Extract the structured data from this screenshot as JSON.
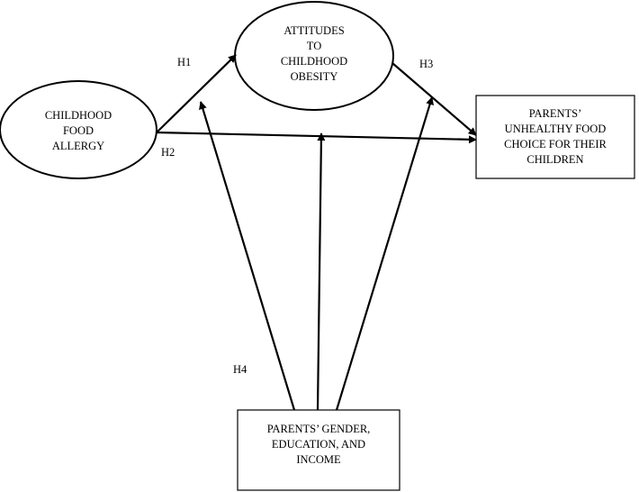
{
  "diagram": {
    "nodes": {
      "food_allergy": {
        "label": "CHILDHOOD\nFOOD\nALLERGY",
        "shape": "ellipse"
      },
      "attitudes": {
        "label": "ATTITUDES\nTO\nCHILDHOOD\nOBESITY",
        "shape": "ellipse"
      },
      "unhealthy_choice": {
        "label": "PARENTS’\nUNHEALTHY FOOD\nCHOICE FOR THEIR\nCHILDREN",
        "shape": "rectangle"
      },
      "moderators": {
        "label": "PARENTS’ GENDER,\nEDUCATION, AND\nINCOME",
        "shape": "rectangle"
      }
    },
    "hypotheses": {
      "h1": "H1",
      "h2": "H2",
      "h3": "H3",
      "h4": "H4"
    },
    "edges": [
      {
        "from": "food_allergy",
        "to": "attitudes",
        "label": "H1"
      },
      {
        "from": "food_allergy",
        "to": "unhealthy_choice",
        "label": "H2"
      },
      {
        "from": "attitudes",
        "to": "unhealthy_choice",
        "label": "H3"
      },
      {
        "from": "moderators",
        "to": "H1 path",
        "label": "H4"
      },
      {
        "from": "moderators",
        "to": "H2 path",
        "label": "H4"
      },
      {
        "from": "moderators",
        "to": "H3 path",
        "label": "H4"
      }
    ],
    "line_color": "#000000",
    "background": "#ffffff"
  }
}
